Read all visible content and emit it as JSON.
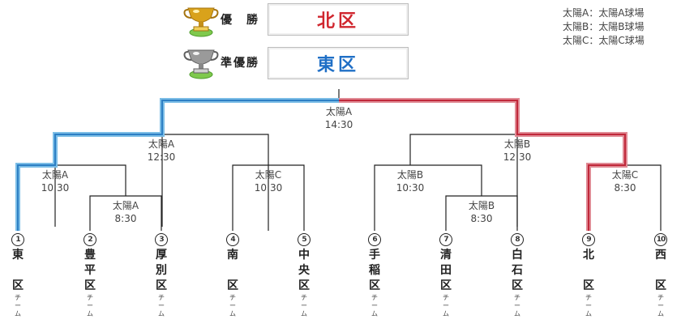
{
  "results": {
    "winner_label": "優　勝",
    "winner_team": "北区",
    "winner_color": "#d0262e",
    "runnerup_label": "準優勝",
    "runnerup_team": "東区",
    "runnerup_color": "#1f6fc6"
  },
  "legend": [
    "太陽A：太陽A球場",
    "太陽B：太陽B球場",
    "太陽C：太陽C球場"
  ],
  "matches": {
    "final": {
      "venue": "太陽A",
      "time": "14:30"
    },
    "semi_left": {
      "venue": "太陽A",
      "time": "12:30"
    },
    "semi_right": {
      "venue": "太陽B",
      "time": "12:30"
    },
    "q_left1": {
      "venue": "太陽A",
      "time": "10:30"
    },
    "first_round": {
      "venue": "太陽A",
      "time": "8:30"
    },
    "q_left2": {
      "venue": "太陽C",
      "time": "10:30"
    },
    "q_right1": {
      "venue": "太陽B",
      "time": "10:30"
    },
    "q_right1_sub": {
      "venue": "太陽B",
      "time": "8:30"
    },
    "q_right2": {
      "venue": "太陽C",
      "time": "8:30"
    }
  },
  "teams": [
    {
      "num": "1",
      "c1": "東",
      "c2": "",
      "c3": "区",
      "suffix": [
        "チ",
        "ー",
        "ム"
      ]
    },
    {
      "num": "2",
      "c1": "豊",
      "c2": "平",
      "c3": "区",
      "suffix": [
        "チ",
        "ー",
        "ム"
      ]
    },
    {
      "num": "3",
      "c1": "厚",
      "c2": "別",
      "c3": "区",
      "suffix": [
        "チ",
        "ー",
        "ム"
      ]
    },
    {
      "num": "4",
      "c1": "南",
      "c2": "",
      "c3": "区",
      "suffix": [
        "チ",
        "ー",
        "ム"
      ]
    },
    {
      "num": "5",
      "c1": "中",
      "c2": "央",
      "c3": "区",
      "suffix": [
        "チ",
        "ー",
        "ム"
      ]
    },
    {
      "num": "6",
      "c1": "手",
      "c2": "稲",
      "c3": "区",
      "suffix": [
        "チ",
        "ー",
        "ム"
      ]
    },
    {
      "num": "7",
      "c1": "清",
      "c2": "田",
      "c3": "区",
      "suffix": [
        "チ",
        "ー",
        "ム"
      ]
    },
    {
      "num": "8",
      "c1": "白",
      "c2": "石",
      "c3": "区",
      "suffix": [
        "チ",
        "ー",
        "ム"
      ]
    },
    {
      "num": "9",
      "c1": "北",
      "c2": "",
      "c3": "区",
      "suffix": [
        "チ",
        "ー",
        "ム"
      ]
    },
    {
      "num": "10",
      "c1": "西",
      "c2": "",
      "c3": "区",
      "suffix": [
        "チ",
        "ー",
        "ム"
      ]
    }
  ],
  "colors": {
    "line": "#222222",
    "runnerup_path": "#4a9fd8",
    "winner_path": "#d04a5a"
  }
}
